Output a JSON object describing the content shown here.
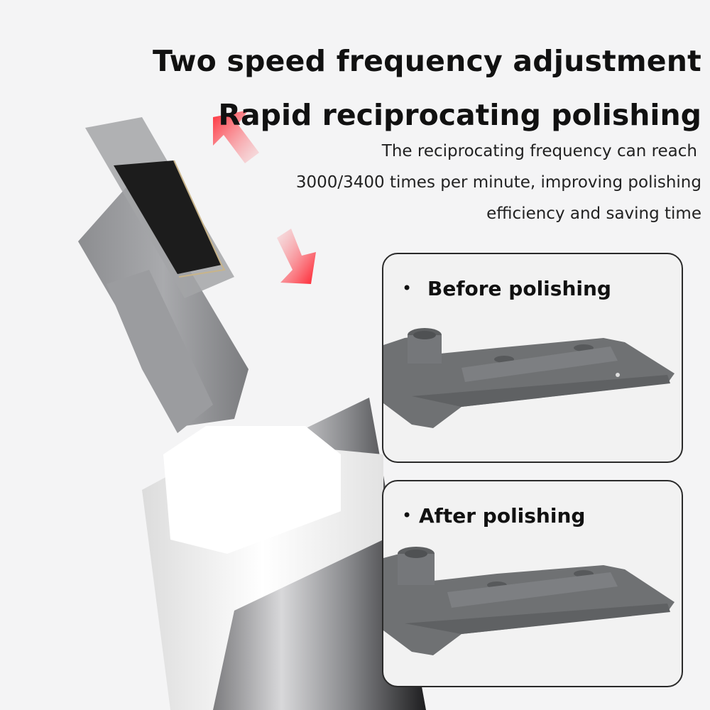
{
  "headline": {
    "line1": "Two speed frequency adjustment",
    "line2": "Rapid reciprocating polishing"
  },
  "description": {
    "line1": "The reciprocating frequency can reach",
    "line2": "3000/3400 times per minute, improving polishing",
    "line3": "efficiency and saving time"
  },
  "panels": [
    {
      "label": "Before polishing",
      "bullet": "•"
    },
    {
      "label": "After polishing",
      "bullet": "•"
    }
  ],
  "colors": {
    "arrow": "#e8232f",
    "part_gray": "#6f7173",
    "text": "#111111"
  }
}
